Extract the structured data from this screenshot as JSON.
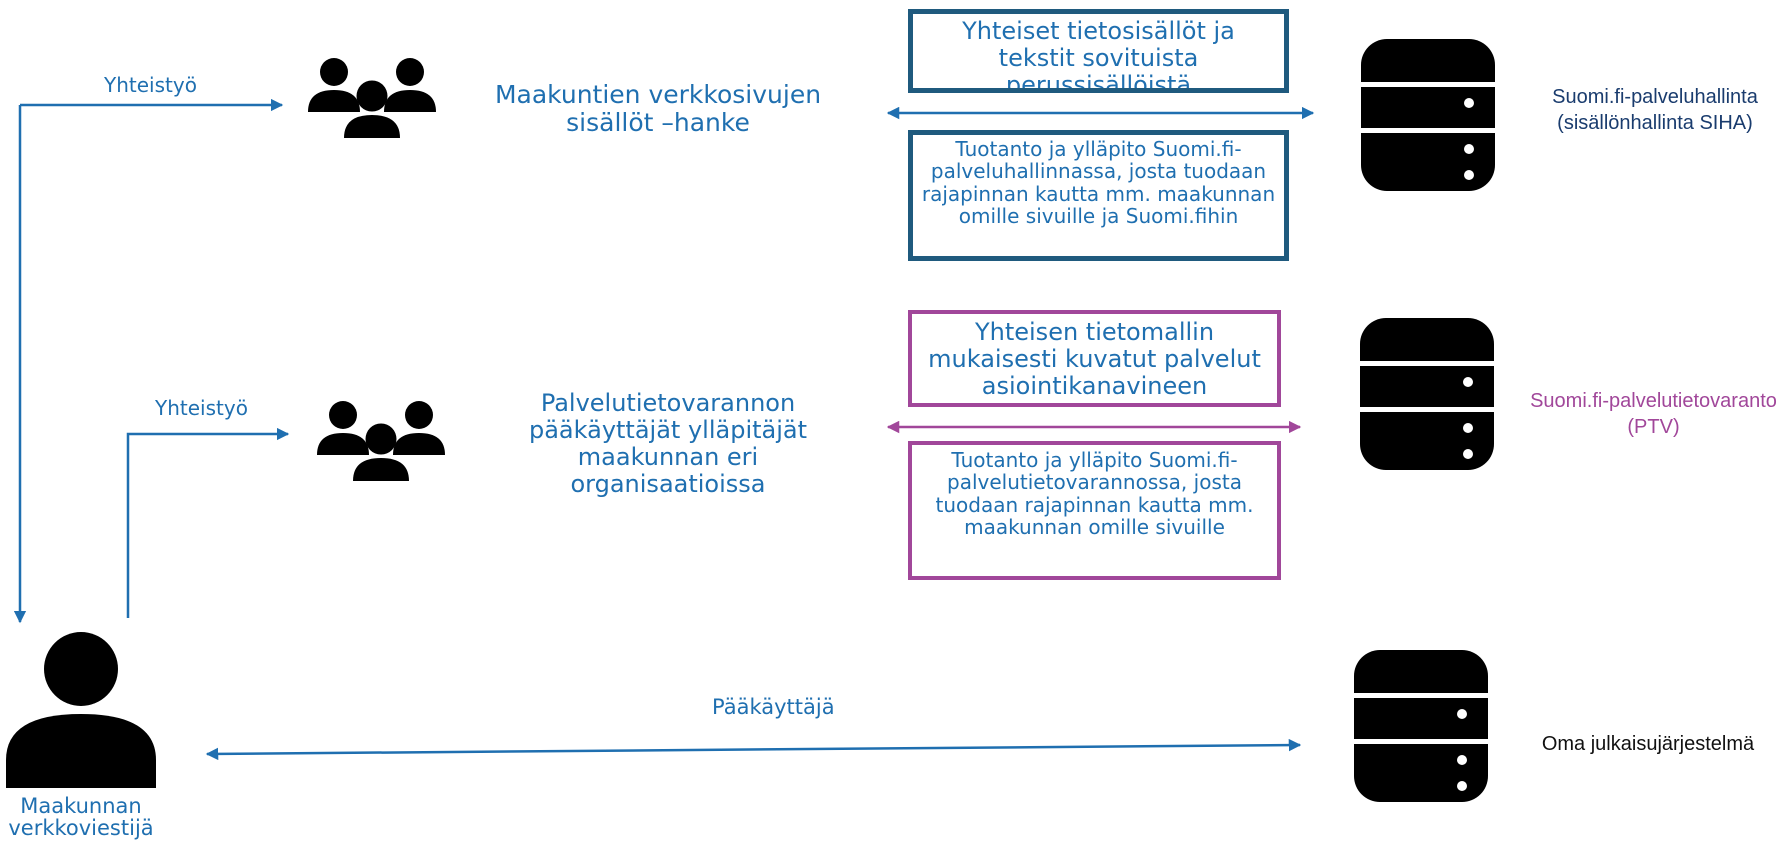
{
  "flow1": {
    "link_label": "Yhteistyö",
    "group_title": "Maakuntien verkkosivujen sisällöt –hanke",
    "top_box": "Yhteiset tietosisällöt ja tekstit sovituista perussisällöistä",
    "bottom_box": "Tuotanto ja ylläpito Suomi.fi-palveluhallinnassa, josta tuodaan rajapinnan kautta mm. maakunnan omille sivuille ja Suomi.fihin",
    "system_label": "Suomi.fi-palveluhallinta (sisällönhallinta SIHA)"
  },
  "flow2": {
    "link_label": "Yhteistyö",
    "group_title": "Palvelutietovarannon pääkäyttäjät ylläpitäjät maakunnan eri organisaatioissa",
    "top_box": "Yhteisen tietomallin mukaisesti kuvatut palvelut asiointikanavineen",
    "bottom_box": "Tuotanto ja ylläpito Suomi.fi-palvelutietovarannossa, josta tuodaan rajapinnan kautta mm. maakunnan omille sivuille",
    "system_label": "Suomi.fi-palvelutietovaranto (PTV)"
  },
  "flow3": {
    "link_label": "Pääkäyttäjä",
    "system_label": "Oma julkaisujärjestelmä"
  },
  "actor": {
    "label": "Maakunnan verkkoviestijä"
  },
  "icons": [
    "group-icon",
    "person-icon",
    "database-icon"
  ],
  "colors": {
    "blue": "#1f6fb0",
    "navy": "#1a3c6e",
    "purple": "#a1479a",
    "teal_border": "#1f5a7e",
    "icon": "#000000"
  }
}
